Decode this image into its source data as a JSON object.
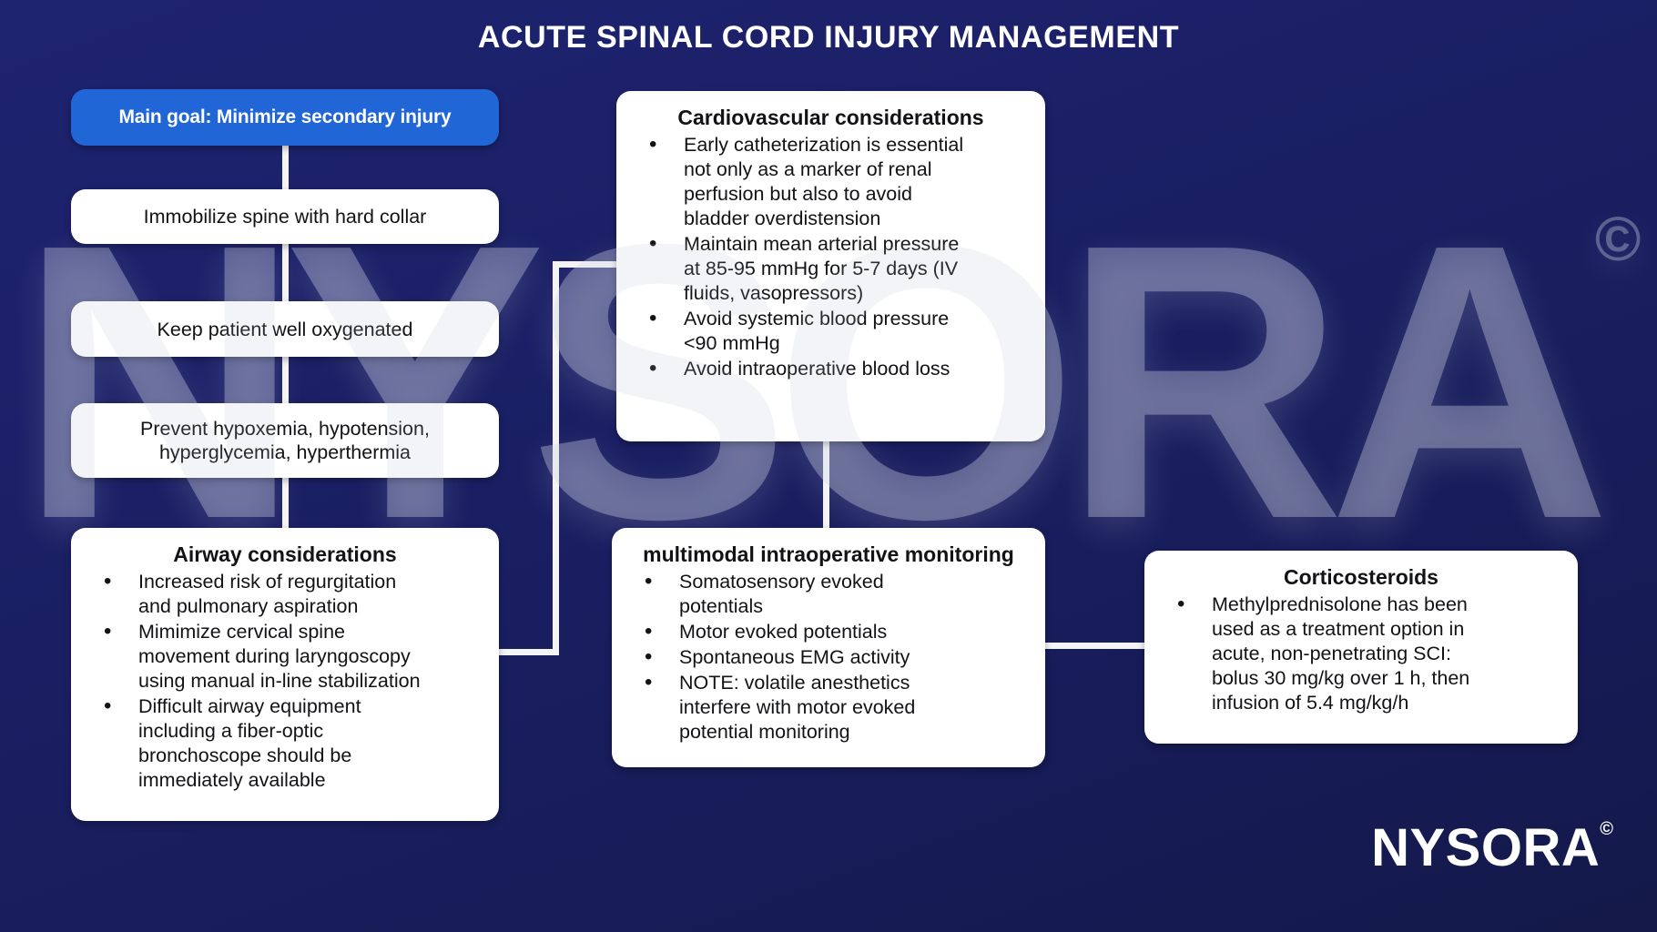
{
  "title": "ACUTE SPINAL CORD INJURY MANAGEMENT",
  "flow": {
    "main_goal": "Main goal: Minimize secondary injury",
    "immobilize": "Immobilize spine with hard collar",
    "oxygenate": "Keep patient well oxygenated",
    "prevent": "Prevent hypoxemia, hypotension, hyperglycemia, hyperthermia"
  },
  "boxes": {
    "airway": {
      "heading": "Airway considerations",
      "bullets": [
        "Increased risk of regurgitation and pulmonary aspiration",
        "Mimimize cervical spine movement during laryngoscopy using manual in-line stabilization",
        "Difficult airway equipment including a fiber-optic bronchoscope should be immediately available"
      ]
    },
    "cardiovascular": {
      "heading": "Cardiovascular considerations",
      "bullets": [
        "Early catheterization is essential not only as a marker of renal perfusion but also to avoid bladder overdistension",
        "Maintain mean arterial pressure at 85-95 mmHg for 5-7 days (IV fluids, vasopressors)",
        "Avoid systemic blood pressure <90 mmHg",
        "Avoid intraoperative blood loss"
      ]
    },
    "monitoring": {
      "heading": "multimodal intraoperative monitoring",
      "bullets": [
        "Somatosensory evoked potentials",
        "Motor evoked potentials",
        "Spontaneous EMG activity",
        "NOTE: volatile anesthetics interfere with motor evoked potential monitoring"
      ]
    },
    "corticosteroids": {
      "heading": "Corticosteroids",
      "bullets": [
        "Methylprednisolone has been used as a treatment option in acute, non-penetrating SCI: bolus 30 mg/kg over 1 h, then infusion of 5.4 mg/kg/h"
      ]
    }
  },
  "watermark": {
    "text": "NYSORA",
    "copyright": "©"
  },
  "logo": {
    "text": "NYSORA",
    "copyright": "©"
  },
  "colors": {
    "background_navy": "#1a1f63",
    "accent_blue": "#2166d6",
    "box_white": "#ffffff",
    "text_dark": "#121316",
    "connector_white": "#f4f4f6"
  }
}
